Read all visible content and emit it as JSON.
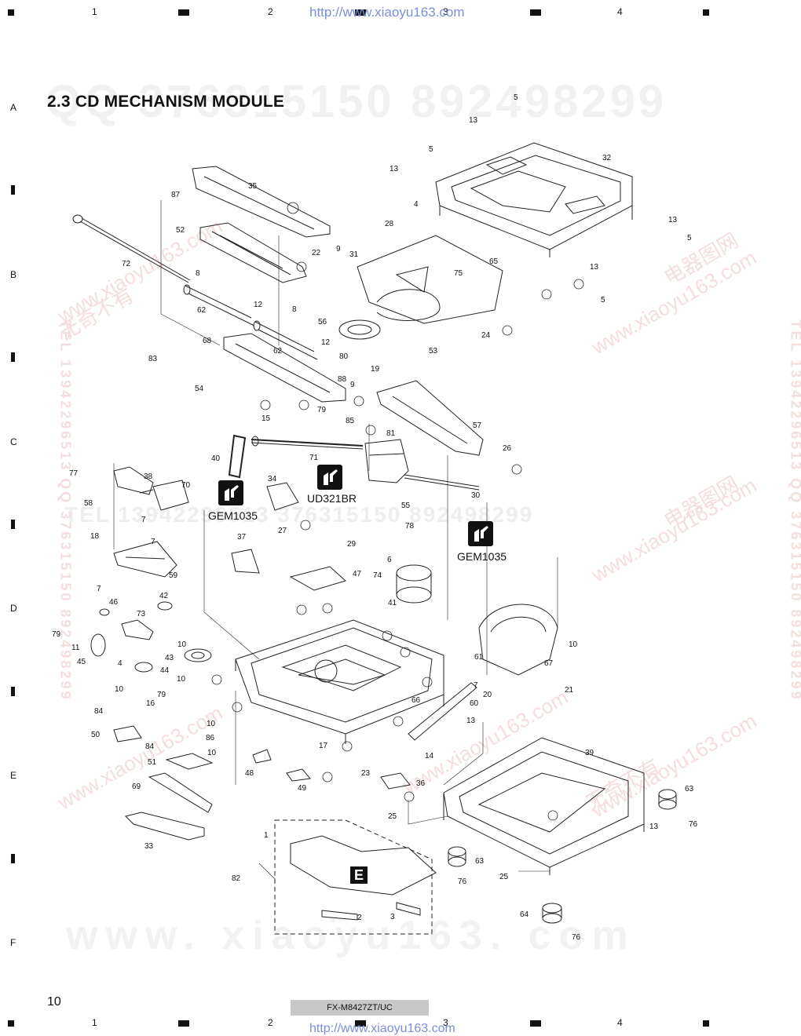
{
  "title": "2.3 CD MECHANISM MODULE",
  "source_url": "http://www.xiaoyu163.com",
  "watermarks": {
    "qq": "QQ 376315150    892498299",
    "qq_mid": "TEL 13942296513    376315150  892498299",
    "site_big": "www. xiaoyu163. com",
    "site_diag": "www.xiaoyu163.com",
    "cn_left": "无奇不有",
    "cn_right": "电器图网",
    "side_left": "TEL 13942296513  QQ 376315150  892498299",
    "side_right": "TEL 13942296513  QQ 376315150  892498299"
  },
  "column_numbers": [
    "1",
    "2",
    "3",
    "4"
  ],
  "row_letters": [
    "A",
    "B",
    "C",
    "D",
    "E",
    "F"
  ],
  "grease_labels": [
    "GEM1035",
    "UD321BR",
    "GEM1035"
  ],
  "section_badge": "E",
  "page_number": "10",
  "model": "FX-M8427ZT/UC",
  "colors": {
    "ink": "#111111",
    "url": "#7a8fd8",
    "model_bar": "#c8c8c8",
    "watermark_red": "#f3dede"
  },
  "part_numbers": [
    "5",
    "13",
    "5",
    "13",
    "32",
    "87",
    "35",
    "4",
    "13",
    "5",
    "52",
    "28",
    "72",
    "22",
    "9",
    "31",
    "65",
    "8",
    "75",
    "13",
    "5",
    "8",
    "12",
    "56",
    "24",
    "62",
    "68",
    "62",
    "12",
    "80",
    "83",
    "53",
    "19",
    "88",
    "9",
    "54",
    "79",
    "85",
    "15",
    "57",
    "81",
    "40",
    "71",
    "26",
    "77",
    "38",
    "70",
    "30",
    "34",
    "58",
    "7",
    "27",
    "55",
    "78",
    "18",
    "7",
    "37",
    "29",
    "6",
    "47",
    "74",
    "59",
    "7",
    "42",
    "41",
    "46",
    "73",
    "79",
    "11",
    "10",
    "10",
    "61",
    "43",
    "45",
    "4",
    "44",
    "67",
    "7",
    "10",
    "21",
    "20",
    "10",
    "79",
    "66",
    "16",
    "60",
    "84",
    "13",
    "10",
    "14",
    "86",
    "50",
    "84",
    "10",
    "51",
    "17",
    "23",
    "48",
    "36",
    "69",
    "49",
    "39",
    "63",
    "25",
    "33",
    "76",
    "13",
    "1",
    "63",
    "82",
    "76",
    "2",
    "3",
    "25",
    "64",
    "76"
  ]
}
